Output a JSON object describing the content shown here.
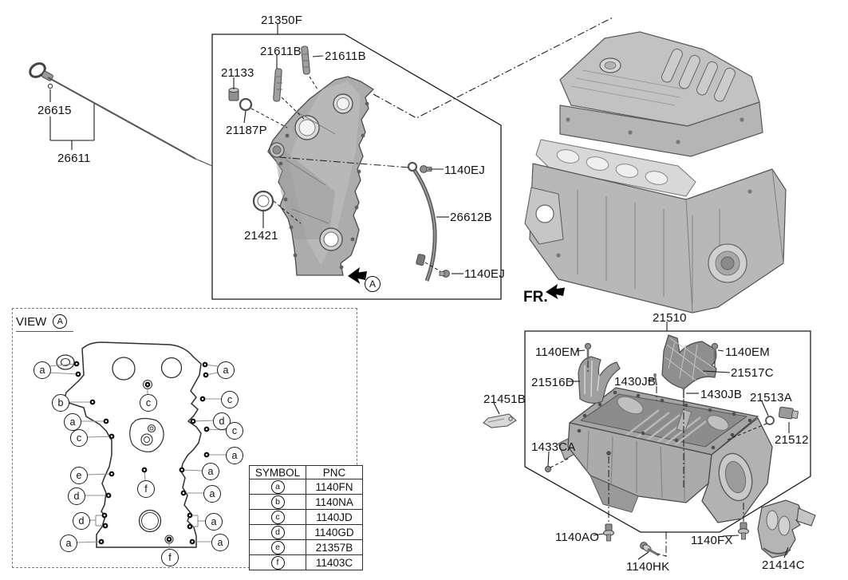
{
  "colors": {
    "line": "#1a1a1a",
    "part_fill": "#b3b3b3",
    "background": "#ffffff"
  },
  "fr_label": "FR.",
  "view_a": {
    "title": "VIEW",
    "letter": "A"
  },
  "cover_view_letter": "A",
  "callouts": [
    "26615",
    "26611",
    "21350F",
    "21611B",
    "21611B",
    "21133",
    "21187P",
    "21421",
    "1140EJ",
    "26612B",
    "1140EJ",
    "21510",
    "1140EM",
    "1140EM",
    "21516D",
    "1430JB",
    "21517C",
    "1430JB",
    "21513A",
    "21512",
    "1433CA",
    "21451B",
    "1140AO",
    "1140HK",
    "1140FX",
    "21414C"
  ],
  "markers": [
    "a",
    "a",
    "b",
    "c",
    "c",
    "a",
    "d",
    "c",
    "c",
    "a",
    "e",
    "a",
    "f",
    "d",
    "a",
    "d",
    "a",
    "a",
    "a",
    "f"
  ],
  "symbol_table": {
    "headers": [
      "SYMBOL",
      "PNC"
    ],
    "rows": [
      {
        "symbol": "a",
        "pnc": "1140FN"
      },
      {
        "symbol": "b",
        "pnc": "1140NA"
      },
      {
        "symbol": "c",
        "pnc": "1140JD"
      },
      {
        "symbol": "d",
        "pnc": "1140GD"
      },
      {
        "symbol": "e",
        "pnc": "21357B"
      },
      {
        "symbol": "f",
        "pnc": "11403C"
      }
    ]
  }
}
